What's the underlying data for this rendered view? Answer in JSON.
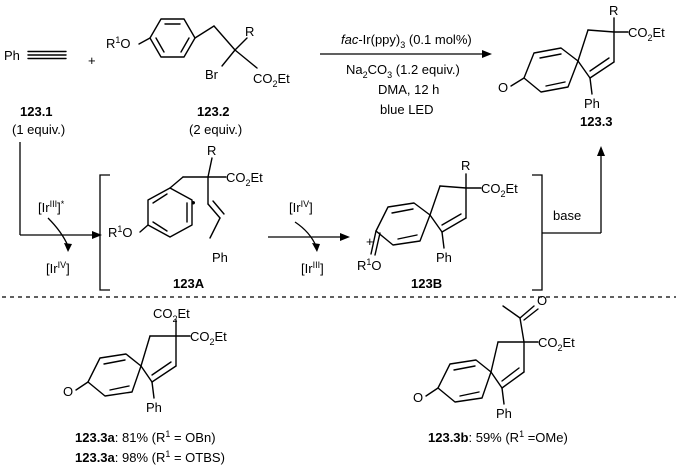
{
  "reagents": {
    "phenylacetylene_ph": "Ph",
    "plus": "+",
    "r1o": "R",
    "r1o_sup": "1",
    "r1o_tail": "O",
    "sub_r": "R",
    "sub_br": "Br",
    "sub_ester": "CO",
    "sub_ester_sub": "2",
    "sub_ester_tail": "Et"
  },
  "compounds": {
    "c1_id": "123.1",
    "c1_eq": "(1 equiv.)",
    "c2_id": "123.2",
    "c2_eq": "(2 equiv.)",
    "c3_id": "123.3",
    "a_id": "123A",
    "b_id": "123B"
  },
  "conditions": {
    "catalyst_italic": "fac",
    "catalyst_rest": "-Ir(ppy)",
    "catalyst_sub": "3",
    "catalyst_amt": " (0.1 mol%)",
    "base": "Na",
    "base_sub": "2",
    "base_mid": "CO",
    "base_sub2": "3",
    "base_amt": " (1.2 equiv.)",
    "solvent_time": "DMA, 12 h",
    "light": "blue LED"
  },
  "mechanism": {
    "ir3_star_pre": "[Ir",
    "ir3_sup": "III",
    "ir3_star_post": "]",
    "ir3_star": "*",
    "ir4_pre": "[Ir",
    "ir4_sup": "IV",
    "ir4_post": "]",
    "ir3_pre": "[Ir",
    "ir3_post": "]",
    "base_label": "base",
    "ph": "Ph",
    "r": "R",
    "plus": "+",
    "o": "O",
    "dot": "•"
  },
  "examples": {
    "ex_a1_id": "123.3a",
    "ex_a1_text": ": 81% (R",
    "ex_a1_sup": "1",
    "ex_a1_tail": " = OBn)",
    "ex_a2_id": "123.3a",
    "ex_a2_text": ": 98% (R",
    "ex_a2_sup": "1",
    "ex_a2_tail": " = OTBS)",
    "ex_b_id": "123.3b",
    "ex_b_text": ": 59% (R",
    "ex_b_sup": "1",
    "ex_b_tail": " =OMe)",
    "ph": "Ph",
    "o": "O"
  }
}
